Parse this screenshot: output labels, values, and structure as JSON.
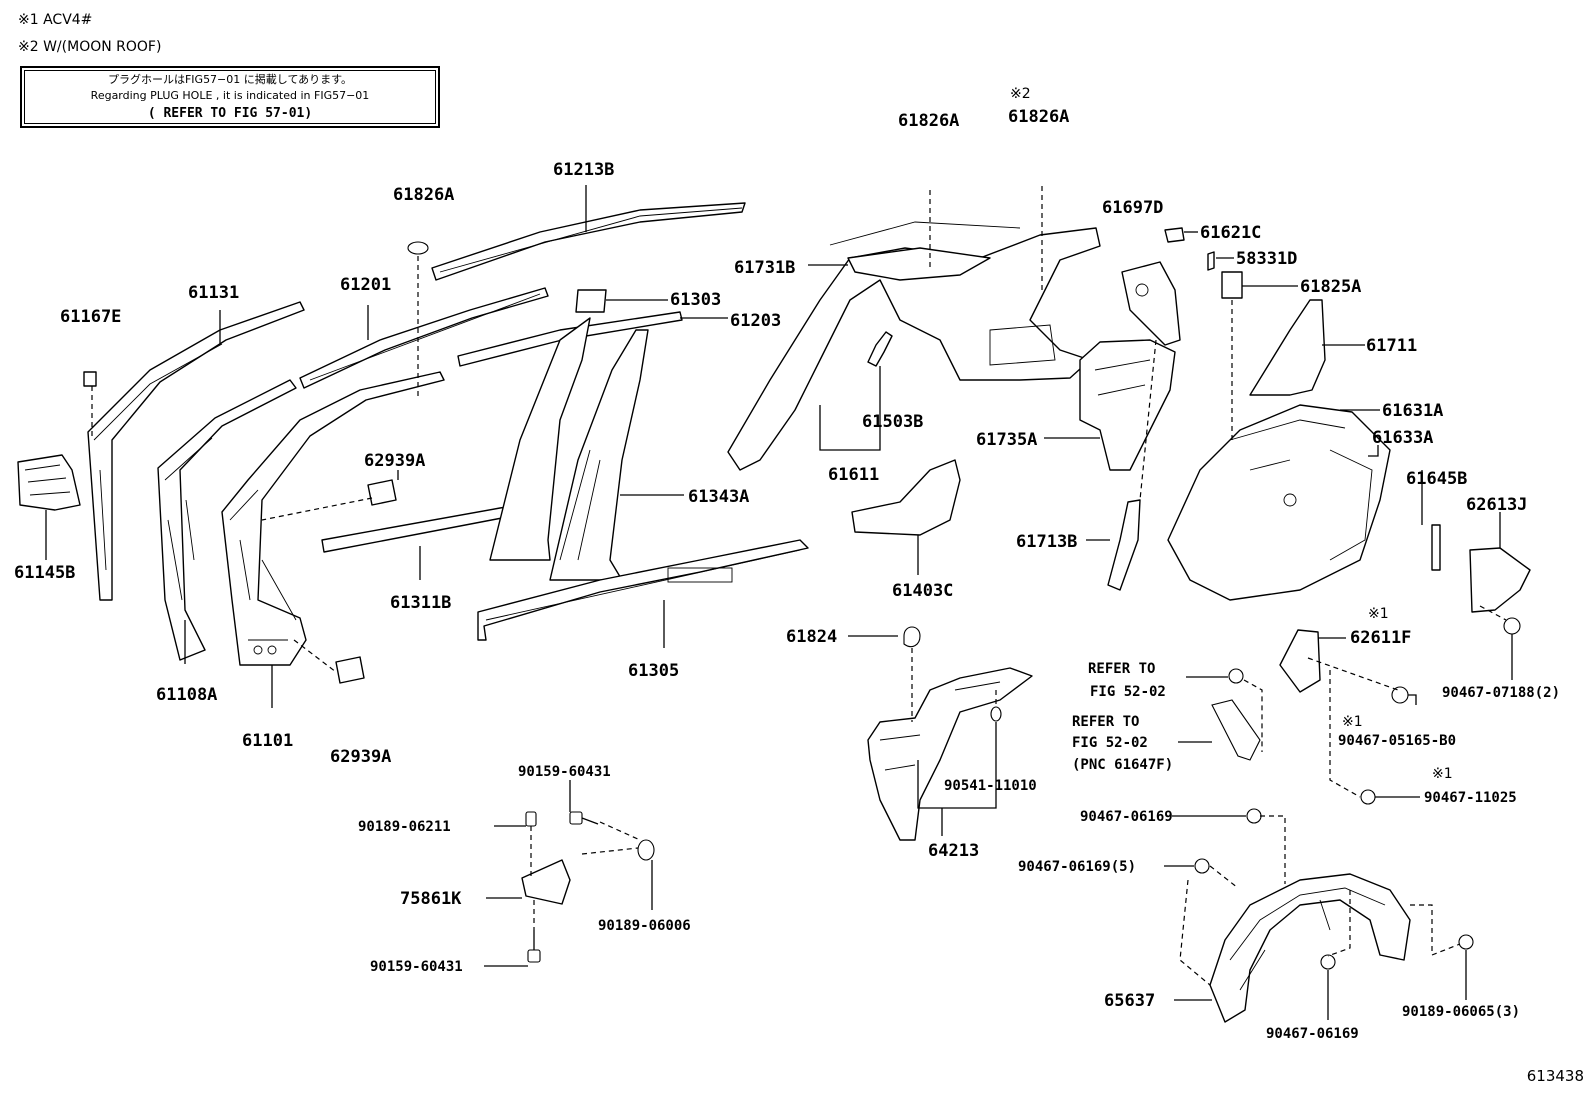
{
  "notes": [
    {
      "mark": "※1",
      "text": "ACV4#"
    },
    {
      "mark": "※2",
      "text": "W/(MOON ROOF)"
    }
  ],
  "reference_box": {
    "line1": "プラグホールはFIG57−01 に掲載してあります。",
    "line2": "Regarding PLUG HOLE , it is indicated in FIG57−01",
    "line3": "( REFER TO FIG 57-01)"
  },
  "figure_number": "613438",
  "symbols": {
    "s1": "※1",
    "s2": "※2"
  },
  "parts": {
    "p61167E": "61167E",
    "p61131": "61131",
    "p61145B": "61145B",
    "p61108A": "61108A",
    "p61101": "61101",
    "p62939A_1": "62939A",
    "p62939A_2": "62939A",
    "p61201": "61201",
    "p61826A_1": "61826A",
    "p61213B": "61213B",
    "p61311B": "61311B",
    "p61303": "61303",
    "p61203": "61203",
    "p61343A": "61343A",
    "p61305": "61305",
    "p61826A_2": "61826A",
    "p61826A_3": "61826A",
    "p61731B": "61731B",
    "p61503B": "61503B",
    "p61611": "61611",
    "p61735A": "61735A",
    "p61403C": "61403C",
    "p61713B": "61713B",
    "p61697D": "61697D",
    "p61621C": "61621C",
    "p58331D": "58331D",
    "p61825A": "61825A",
    "p61711": "61711",
    "p61631A": "61631A",
    "p61633A": "61633A",
    "p61645B": "61645B",
    "p62613J": "62613J",
    "p62611F": "62611F",
    "p90467_07188": "90467-07188(2)",
    "p90467_05165": "90467-05165-B0",
    "p90467_11025": "90467-11025",
    "p61824": "61824",
    "p90541_11010": "90541-11010",
    "p64213": "64213",
    "p90159_60431_a": "90159-60431",
    "p90189_06211": "90189-06211",
    "p75861K": "75861K",
    "p90189_06006": "90189-06006",
    "p90159_60431_b": "90159-60431",
    "p90467_06169_a": "90467-06169",
    "p90467_06169_5": "90467-06169(5)",
    "p65637": "65637",
    "p90467_06169_b": "90467-06169",
    "p90189_06065": "90189-06065(3)"
  },
  "refer_notes": {
    "r1_line1": "REFER TO",
    "r1_line2": "FIG 52-02",
    "r2_line1": "REFER TO",
    "r2_line2": "FIG 52-02",
    "r2_line3": "(PNC 61647F)"
  }
}
